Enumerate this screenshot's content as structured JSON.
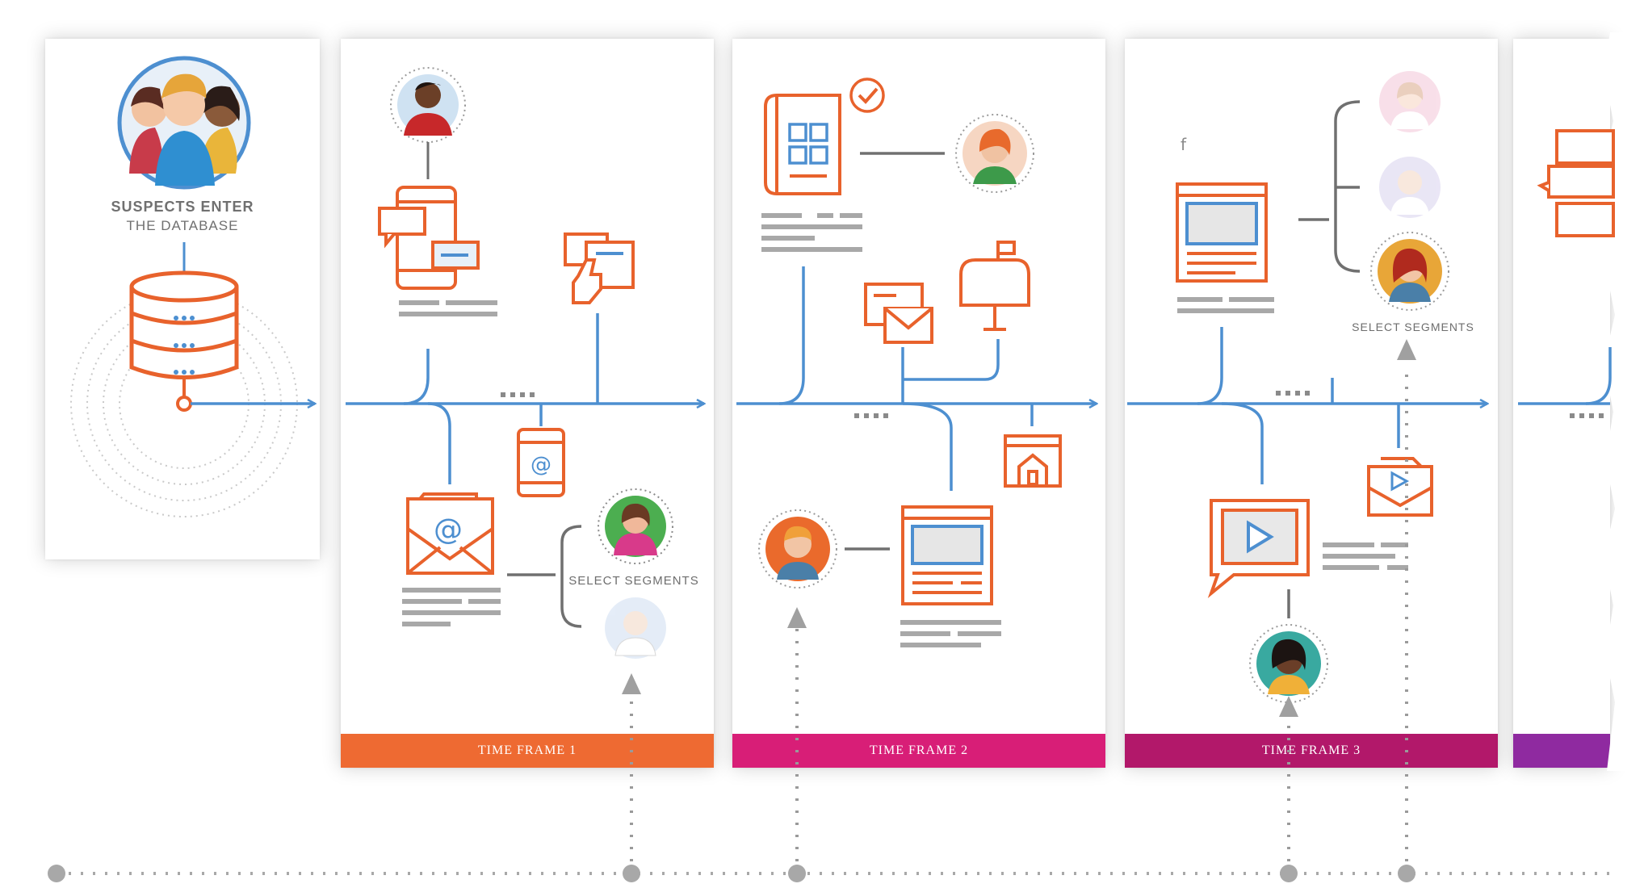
{
  "intro": {
    "caption_line1": "SUSPECTS ENTER",
    "caption_line2": "THE DATABASE"
  },
  "timeframes": [
    {
      "label": "TIME FRAME 1",
      "color": "#ee6a32",
      "segments_label": "SELECT SEGMENTS"
    },
    {
      "label": "TIME FRAME 2",
      "color": "#d81e77"
    },
    {
      "label": "TIME FRAME 3",
      "color": "#b2186a",
      "segments_label": "SELECT SEGMENTS"
    },
    {
      "label": "",
      "color": "#8f2aa0"
    }
  ],
  "colors": {
    "timeline_blue": "#4d8fd0",
    "icon_orange": "#e8622c",
    "placeholder_gray": "#a8a8a8"
  },
  "icons": [
    "group-avatar",
    "database",
    "person-avatar",
    "mobile-chat",
    "thumbs-up-chat",
    "mobile-email",
    "email-envelope",
    "brochure",
    "direct-mail",
    "mailbox",
    "store-web",
    "webpage",
    "video-chat",
    "video-email",
    "chat-bubbles"
  ]
}
